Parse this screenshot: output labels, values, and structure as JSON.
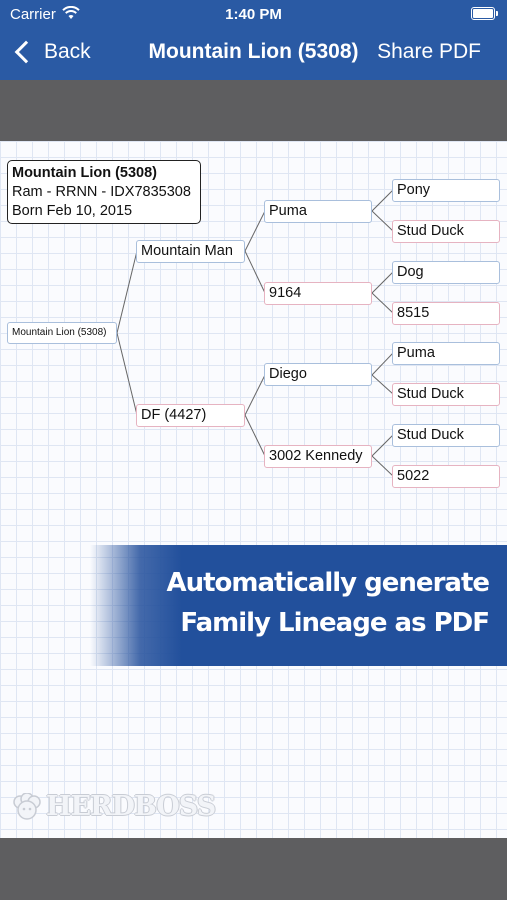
{
  "status": {
    "carrier": "Carrier",
    "time": "1:40 PM"
  },
  "nav": {
    "back_label": "Back",
    "title": "Mountain Lion (5308)",
    "share_label": "Share PDF"
  },
  "info": {
    "name": "Mountain Lion (5308)",
    "details": "Ram - RRNN - IDX7835308",
    "born": "Born Feb 10, 2015"
  },
  "tree": {
    "root": "Mountain Lion (5308)",
    "sire": "Mountain Man",
    "dam": "DF (4427)",
    "sire_sire": "Puma",
    "sire_dam": "9164",
    "dam_sire": "Diego",
    "dam_dam": "3002 Kennedy",
    "ggp": [
      "Pony",
      "Stud Duck",
      "Dog",
      "8515",
      "Puma",
      "Stud Duck",
      "Stud Duck",
      "5022"
    ]
  },
  "banner": {
    "line1": "Automatically generate",
    "line2": "Family Lineage as PDF"
  },
  "logo": {
    "text": "HERDBOSS"
  },
  "colors": {
    "nav": "#2a5aa4",
    "banner": "#22509c",
    "male_border": "#a9bfdc",
    "female_border": "#e6b3c1"
  }
}
